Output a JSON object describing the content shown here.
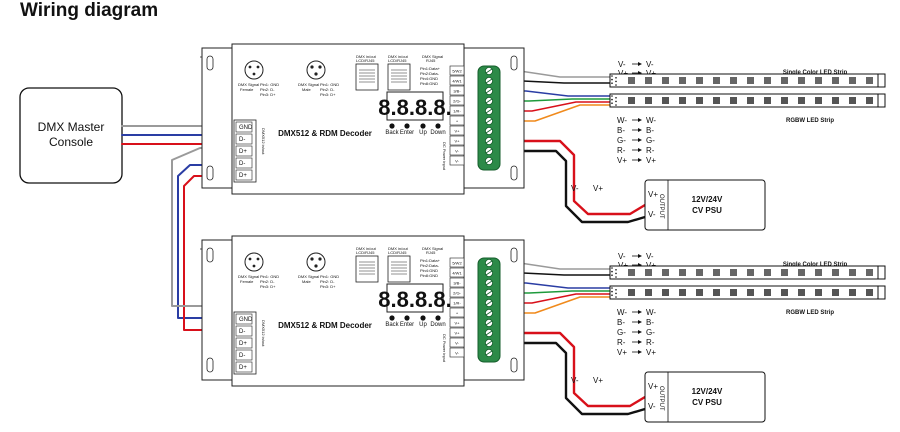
{
  "page_title": "Wiring diagram",
  "console": {
    "line1": "DMX Master",
    "line2": "Console"
  },
  "decoder": {
    "name": "DMX512 & RDM Decoder",
    "digits": "8.8.8.8.",
    "xlr_female": {
      "l1": "DMX Signal",
      "l2": "Female",
      "p1": "Pin1: GND",
      "p2": "Pin2: D-",
      "p3": "Pin3: D+"
    },
    "xlr_male": {
      "l1": "DMX Signal",
      "l2": "Male",
      "p1": "Pin1: GND",
      "p2": "Pin2: D-",
      "p3": "Pin3: D+"
    },
    "rj45_in": {
      "l1": "DMX in/out",
      "l2": "LCD/RJ45",
      "l3": ""
    },
    "rj45_out": {
      "l1": "DMX in/out",
      "l2": "LCD/RJ45",
      "l3": ""
    },
    "rj45_label": {
      "l1": "DMX Signal",
      "l2": "RJ45",
      "p1": "Pin1:Data+",
      "p2": "Pin2:Data-",
      "p3": "Pin4:GND",
      "p4": "Pin8:GND"
    },
    "buttons": [
      "Back",
      "Enter",
      "Up",
      "Down"
    ],
    "left_terms": [
      "GND",
      "D-",
      "D+",
      "D-",
      "D+"
    ],
    "left_vert": "DMX512 in/out",
    "right_terms": [
      "5/W2",
      "4/W1",
      "3/B-",
      "2/G-",
      "1/R-",
      "+",
      "V+",
      "V+",
      "V-",
      "V-"
    ],
    "power_vert": "DC Power input"
  },
  "strip_single": {
    "label": "Single Color LED Strip",
    "pins": [
      "V-",
      "V+"
    ]
  },
  "strip_rgbw": {
    "label": "RGBW LED Strip",
    "pins": [
      "W-",
      "B-",
      "G-",
      "R-",
      "V+"
    ]
  },
  "psu": {
    "line1": "12V/24V",
    "line2": "CV PSU",
    "output": "OUTPUT",
    "vplus": "V+",
    "vminus": "V-"
  },
  "wire_labels": {
    "vminus": "V-",
    "vplus": "V+"
  },
  "colors": {
    "red": "#d8101a",
    "blue": "#2a3da4",
    "black": "#111111",
    "grey": "#9a9a9a",
    "orange": "#f08a1c",
    "green": "#1e9a3c",
    "purple": "#6a4bb0"
  }
}
